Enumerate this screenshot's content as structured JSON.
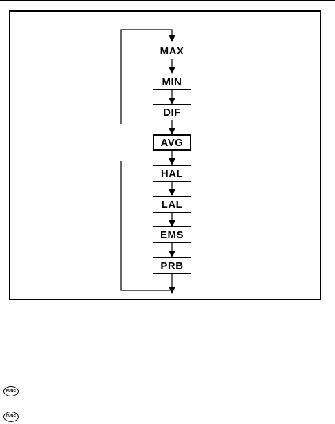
{
  "menu_items": [
    "MAX",
    "MIN",
    "DIF",
    "AVG",
    "HAL",
    "LAL",
    "EMS",
    "PRB"
  ],
  "buttons": [
    {
      "label": "FUNC",
      "icon": "func-button-icon"
    },
    {
      "label": "FUNC",
      "icon": "func-button-icon"
    }
  ]
}
